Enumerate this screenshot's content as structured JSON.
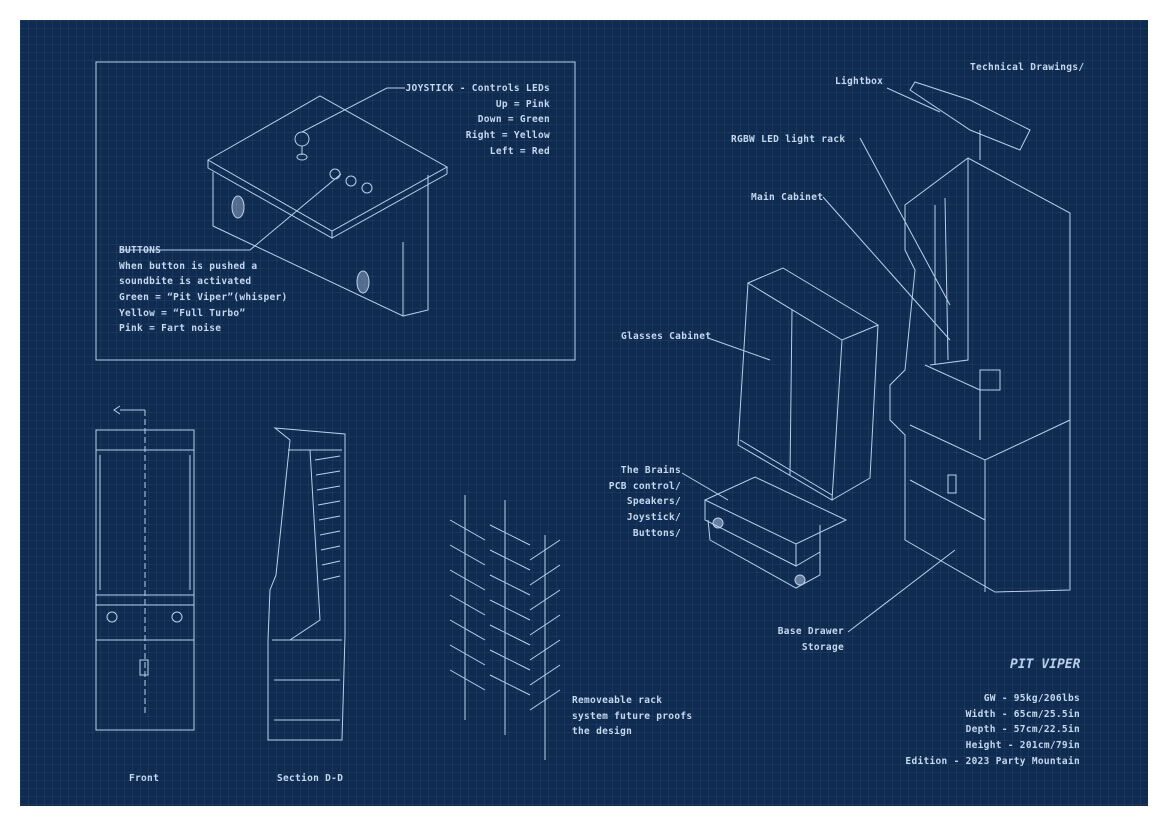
{
  "header": {
    "section_title": "Technical Drawings/"
  },
  "joystick_callout": {
    "title": "JOYSTICK - Controls LEDs",
    "lines": [
      "Up = Pink",
      "Down = Green",
      "Right = Yellow",
      "Left = Red"
    ]
  },
  "buttons_callout": {
    "title": "BUTTONS",
    "lines": [
      "When button is pushed a",
      "soundbite is activated",
      "Green = “Pit Viper”(whisper)",
      "Yellow = “Full Turbo”",
      "Pink = Fart noise"
    ]
  },
  "exploded_labels": {
    "lightbox": "Lightbox",
    "rgbw": "RGBW LED light rack",
    "main_cabinet": "Main Cabinet",
    "glasses_cabinet": "Glasses Cabinet",
    "brains": [
      "The Brains",
      "PCB control/",
      "Speakers/",
      "Joystick/",
      "Buttons/"
    ],
    "base": [
      "Base Drawer",
      "Storage"
    ]
  },
  "rack_caption": [
    "Removeable rack",
    "system future proofs",
    "the design"
  ],
  "view_labels": {
    "front": "Front",
    "section": "Section D-D"
  },
  "logo": "PIT VIPER",
  "specs": [
    "GW - 95kg/206lbs",
    "Width - 65cm/25.5in",
    "Depth - 57cm/22.5in",
    "Height - 201cm/79in",
    "Edition - 2023 Party Mountain"
  ],
  "colors": {
    "background": "#0f2b50",
    "line": "#b9d0ec"
  }
}
